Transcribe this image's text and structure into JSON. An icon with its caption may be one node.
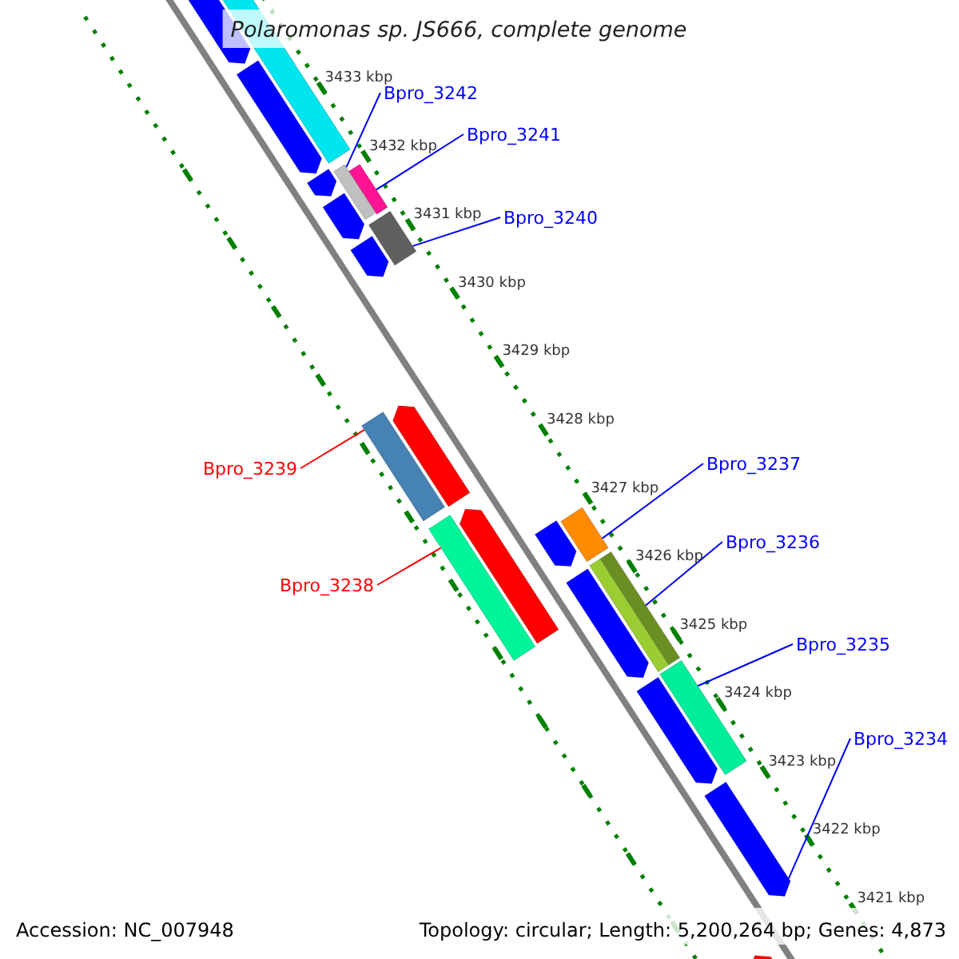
{
  "diagram": {
    "title": "Polaromonas sp. JS666, complete genome",
    "nodes": [
      {
        "text": [],
        "shape": "arrow"
      },
      {
        "text": [],
        "shape": "bar"
      },
      {
        "text": [
          "Bpro_3242"
        ]
      },
      {
        "text": [],
        "shape": "arrow"
      },
      {
        "text": [
          "Bpro_3241"
        ]
      },
      {
        "text": [],
        "shape": "arrow"
      },
      {
        "text": [],
        "shape": "bar"
      },
      {
        "text": [],
        "shape": "bar"
      },
      {
        "text": [],
        "shape": "arrow"
      },
      {
        "text": [
          "Bpro_3240"
        ]
      },
      {
        "text": [],
        "shape": "bar"
      },
      {
        "text": [],
        "shape": "arrow"
      },
      {
        "text": [
          "Bpro_3239"
        ]
      },
      {
        "text": [],
        "shape": "bar"
      },
      {
        "text": [],
        "shape": "arrow"
      },
      {
        "text": [
          "Bpro_3238"
        ]
      },
      {
        "text": [],
        "shape": "bar"
      },
      {
        "text": [],
        "shape": "arrow"
      },
      {
        "text": [
          "Bpro_3237"
        ]
      },
      {
        "text": [],
        "shape": "arrow"
      },
      {
        "text": [],
        "shape": "bar"
      },
      {
        "text": [
          "Bpro_3236"
        ]
      },
      {
        "text": [],
        "shape": "bar"
      },
      {
        "text": [],
        "shape": "bar"
      },
      {
        "text": [],
        "shape": "arrow"
      },
      {
        "text": [
          "Bpro_3235"
        ]
      },
      {
        "text": [],
        "shape": "bar"
      },
      {
        "text": [],
        "shape": "arrow"
      },
      {
        "text": [
          "Bpro_3234"
        ]
      },
      {
        "text": [],
        "shape": "arrow"
      },
      {
        "text": [],
        "shape": "arrow"
      }
    ],
    "edges": [
      {
        "from": 2,
        "to": 6,
        "arrow": "none"
      },
      {
        "from": 4,
        "to": 7,
        "arrow": "none"
      },
      {
        "from": 9,
        "to": 10,
        "arrow": "none"
      },
      {
        "from": 12,
        "to": 13,
        "arrow": "none",
        "color": "#ff0000"
      },
      {
        "from": 15,
        "to": 16,
        "arrow": "none",
        "color": "#ff0000"
      },
      {
        "from": 18,
        "to": 20,
        "arrow": "none"
      },
      {
        "from": 21,
        "to": 23,
        "arrow": "none"
      },
      {
        "from": 25,
        "to": 26,
        "arrow": "none"
      },
      {
        "from": 28,
        "to": 29,
        "arrow": "none"
      }
    ],
    "labels": [
      "3433 kbp",
      "3432 kbp",
      "3431 kbp",
      "3430 kbp",
      "3429 kbp",
      "3428 kbp",
      "3427 kbp",
      "3426 kbp",
      "3425 kbp",
      "3424 kbp",
      "3423 kbp",
      "3422 kbp",
      "3421 kbp",
      "Accession: NC_007948",
      "Topology: circular; Length: 5,200,264 bp; Genes: 4,873"
    ]
  }
}
